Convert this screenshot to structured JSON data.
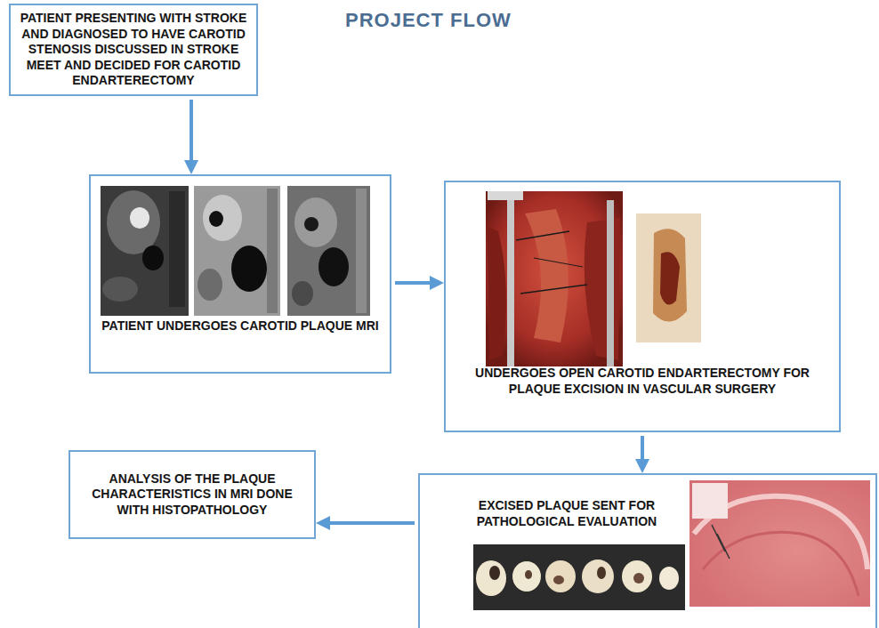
{
  "diagram": {
    "title": "PROJECT FLOW",
    "nodes": [
      {
        "text": [
          "PATIENT PRESENTING WITH STROKE AND DIAGNOSED TO HAVE CAROTID STENOSIS DISCUSSED IN STROKE MEET AND DECIDED FOR CAROTID ENDARTERECTOMY"
        ]
      },
      {
        "text": [
          "PATIENT UNDERGOES CAROTID PLAQUE MRI"
        ]
      },
      {
        "text": [
          "UNDERGOES OPEN CAROTID ENDARTERECTOMY FOR PLAQUE EXCISION IN VASCULAR SURGERY"
        ]
      },
      {
        "text": [
          "EXCISED PLAQUE SENT FOR PATHOLOGICAL EVALUATION"
        ]
      },
      {
        "text": [
          "ANALYSIS OF THE PLAQUE CHARACTERISTICS IN MRI DONE WITH HISTOPATHOLOGY"
        ]
      }
    ],
    "edges": [
      {
        "from": 0,
        "to": 1,
        "arrow": "to"
      },
      {
        "from": 1,
        "to": 2,
        "arrow": "to"
      },
      {
        "from": 2,
        "to": 3,
        "arrow": "to"
      },
      {
        "from": 3,
        "to": 4,
        "arrow": "to"
      }
    ]
  }
}
